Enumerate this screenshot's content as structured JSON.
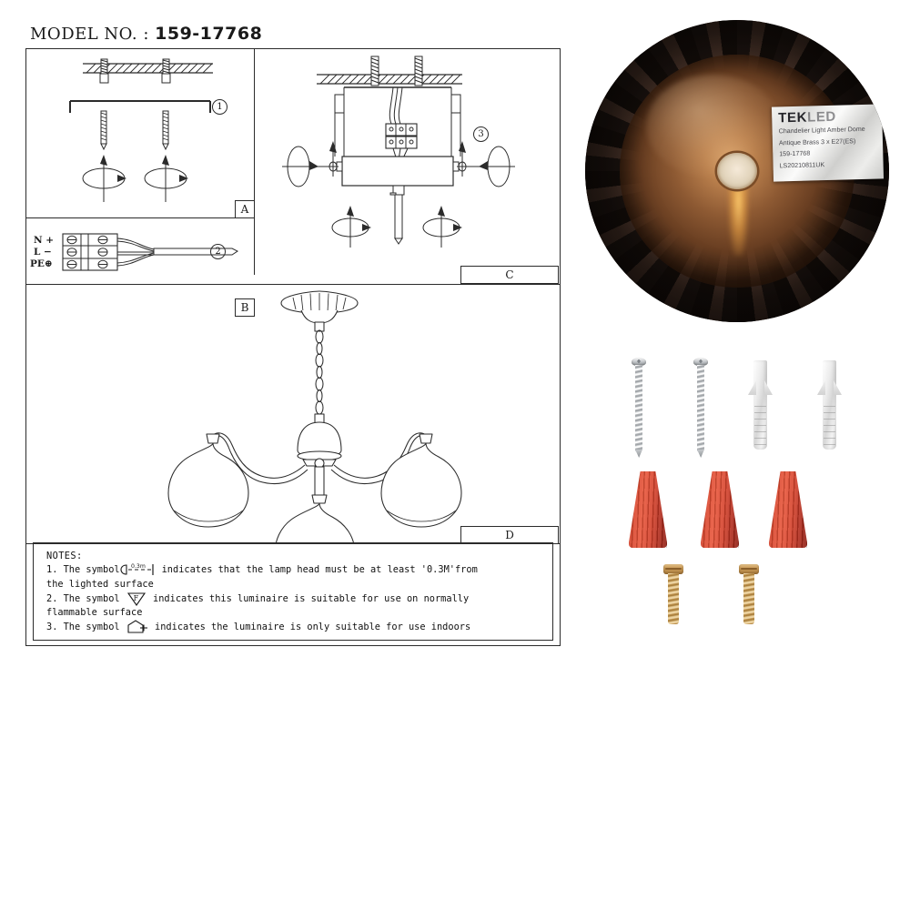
{
  "sheet": {
    "model_label": "MODEL NO. :",
    "model_number": "159-17768",
    "panels": {
      "a": {
        "tag": "A",
        "step": "1",
        "name": "ceiling-bracket-mounting"
      },
      "b": {
        "tag": "B",
        "step": "2",
        "name": "terminal-block-wiring"
      },
      "c": {
        "tag": "C",
        "step": "3",
        "name": "ceiling-plate-assembly"
      },
      "d": {
        "tag": "D",
        "name": "assembled-chandelier"
      }
    },
    "terminal_labels": {
      "neutral": "N +",
      "live": "L −",
      "earth": "PE⊕"
    },
    "notes": {
      "title": "NOTES:",
      "items": [
        {
          "index": "1.",
          "pre": "The symbol",
          "symbol": "min-distance-0.3m",
          "symbol_text": "0.3m",
          "post_line1": "indicates that the lamp head must be at least '0.3M'from",
          "post_line2": "the lighted surface"
        },
        {
          "index": "2.",
          "pre": "The symbol",
          "symbol": "flammable-surface-F-triangle",
          "symbol_text": "F",
          "post_line1": "indicates this luminaire is suitable for use on normally",
          "post_line2": "flammable surface"
        },
        {
          "index": "3.",
          "pre": "The symbol",
          "symbol": "indoor-use-house",
          "symbol_text": "",
          "post_line1": "indicates the luminaire is only suitable for use indoors",
          "post_line2": ""
        }
      ]
    }
  },
  "product_photo": {
    "name": "chandelier-shade-inside-view",
    "label": {
      "brand_main": "TEK",
      "brand_sub": "LED",
      "lines": [
        "Chandelier Light Amber Dome",
        "Antique Brass 3 x E27(ES)",
        "159-17768",
        "LS20210811UK"
      ]
    }
  },
  "hardware": {
    "screws_silver": {
      "label": "silver-mounting-screw",
      "count": 2
    },
    "wall_plugs": {
      "label": "white-wall-plug",
      "count": 2
    },
    "wire_nuts": {
      "label": "red-wire-connector",
      "count": 3
    },
    "screws_brass": {
      "label": "brass-fixing-screw",
      "count": 2
    }
  },
  "colors": {
    "line": "#2b2b2b",
    "wire_nut_red": "#d3402a",
    "brass": "#c89a58",
    "shade_bronze": "#6a3f22",
    "label_paper": "#efefed"
  }
}
